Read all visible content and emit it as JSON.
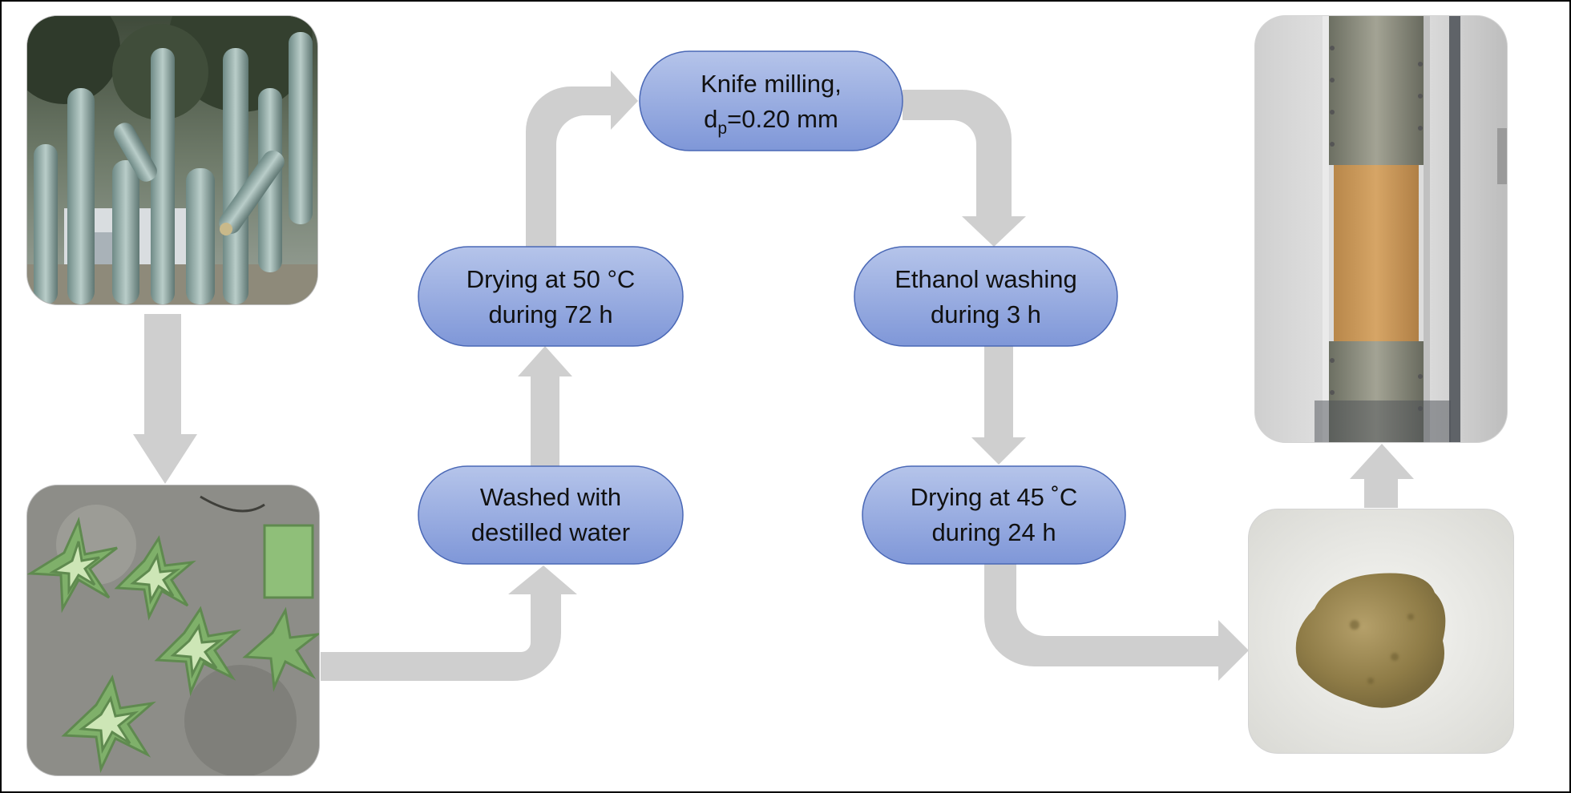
{
  "colors": {
    "process_fill_top": "#b5c4ea",
    "process_fill_bottom": "#7f97d8",
    "process_border": "#4a68b6",
    "arrow_fill": "#cfcfcf",
    "frame_border": "#000000"
  },
  "steps": {
    "washed": {
      "line1": "Washed with",
      "line2": "destilled water"
    },
    "drying50": {
      "line1": "Drying at 50 °C",
      "line2": "during 72 h"
    },
    "knife": {
      "line1": "Knife milling,",
      "line2_prefix": "d",
      "line2_sub": "p",
      "line2_suffix": "=0.20 mm"
    },
    "ethanol": {
      "line1": "Ethanol washing",
      "line2": "during 3 h"
    },
    "drying45": {
      "line1": "Drying at 45 ˚C",
      "line2": "during 24 h"
    }
  },
  "photos": [
    {
      "id": "photo-cactus-plant",
      "subject": "cactus plant"
    },
    {
      "id": "photo-cactus-slices",
      "subject": "sliced cactus stems"
    },
    {
      "id": "photo-powder",
      "subject": "dried cactus powder"
    },
    {
      "id": "photo-column",
      "subject": "packed adsorption column"
    }
  ]
}
